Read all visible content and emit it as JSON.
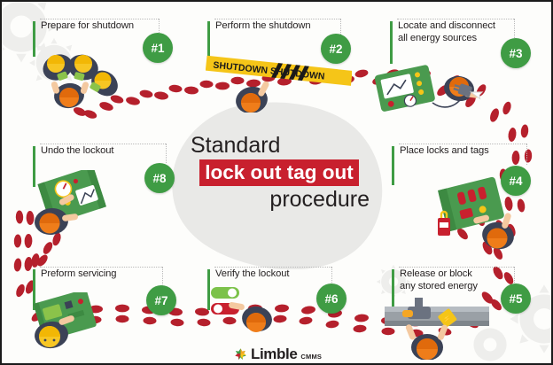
{
  "poster": {
    "title_line1": "Standard",
    "title_line2": "lock out tag out",
    "title_line3": "procedure",
    "brand_name": "Limble",
    "brand_suffix": "CMMS",
    "tape_text": "SHUTDOWN SHUTDOWN",
    "colors": {
      "green_accent": "#3f9c44",
      "red_highlight": "#c8202e",
      "footprint_red": "#b5202c",
      "background": "#fdfdfb",
      "blob_grey": "#e8e8e6",
      "hardhat_yellow": "#f7c623",
      "hardhat_orange": "#ef7d1a",
      "text_dark": "#231f20"
    }
  },
  "steps": [
    {
      "number": "#1",
      "label": "Prepare for shutdown",
      "illustration": "workers-meeting-icon"
    },
    {
      "number": "#2",
      "label": "Perform the shutdown",
      "illustration": "caution-tape-worker-icon"
    },
    {
      "number": "#3",
      "label": "Locate and disconnect\nall energy sources",
      "illustration": "unplug-power-source-icon"
    },
    {
      "number": "#4",
      "label": "Place locks and tags",
      "illustration": "electrical-panel-lock-icon"
    },
    {
      "number": "#5",
      "label": "Release or block\nany stored energy",
      "illustration": "pipe-valve-tag-icon"
    },
    {
      "number": "#6",
      "label": "Verify the lockout",
      "illustration": "switch-toggle-icon"
    },
    {
      "number": "#7",
      "label": "Preform servicing",
      "illustration": "circuit-board-service-icon"
    },
    {
      "number": "#8",
      "label": "Undo the lockout",
      "illustration": "panel-unlock-icon"
    }
  ]
}
